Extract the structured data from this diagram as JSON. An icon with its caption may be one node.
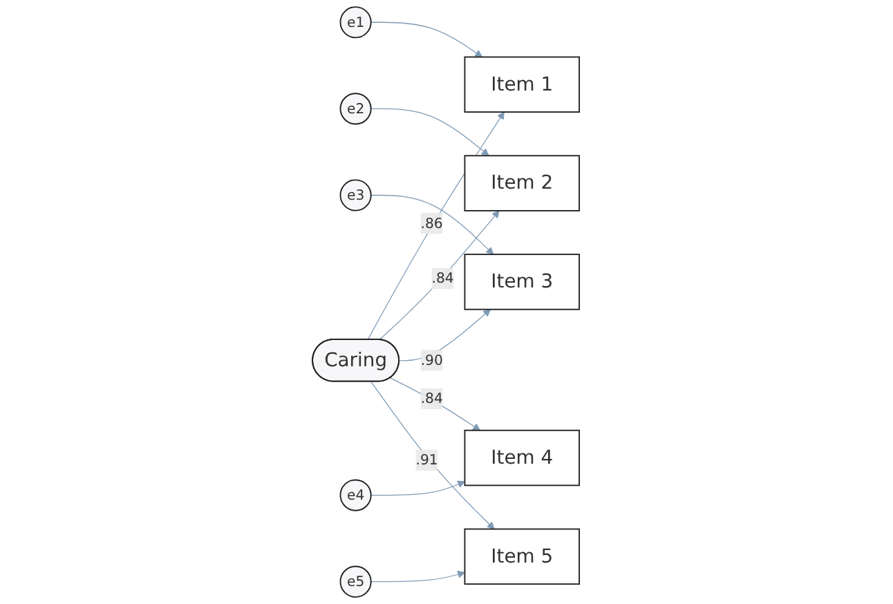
{
  "diagram": {
    "nodes": [
      {
        "text": [
          "e1"
        ]
      },
      {
        "text": [
          "e2"
        ]
      },
      {
        "text": [
          "e3"
        ]
      },
      {
        "text": [
          "e4"
        ]
      },
      {
        "text": [
          "e5"
        ]
      },
      {
        "text": [
          "Item 1"
        ]
      },
      {
        "text": [
          "Item 2"
        ]
      },
      {
        "text": [
          "Item 3"
        ]
      },
      {
        "text": [
          "Item 4"
        ]
      },
      {
        "text": [
          "Item 5"
        ]
      },
      {
        "text": [
          "Caring"
        ]
      }
    ],
    "edges": [
      {
        "from": 0,
        "to": 5,
        "arrow": "to"
      },
      {
        "from": 1,
        "to": 6,
        "arrow": "to"
      },
      {
        "from": 2,
        "to": 7,
        "arrow": "to"
      },
      {
        "from": 3,
        "to": 8,
        "arrow": "to"
      },
      {
        "from": 4,
        "to": 9,
        "arrow": "to"
      },
      {
        "from": 10,
        "to": 5,
        "arrow": "to",
        "label": ".86"
      },
      {
        "from": 10,
        "to": 6,
        "arrow": "to",
        "label": ".84"
      },
      {
        "from": 10,
        "to": 7,
        "arrow": "to",
        "label": ".90"
      },
      {
        "from": 10,
        "to": 8,
        "arrow": "to",
        "label": ".84"
      },
      {
        "from": 10,
        "to": 9,
        "arrow": "to",
        "label": ".91"
      }
    ]
  }
}
